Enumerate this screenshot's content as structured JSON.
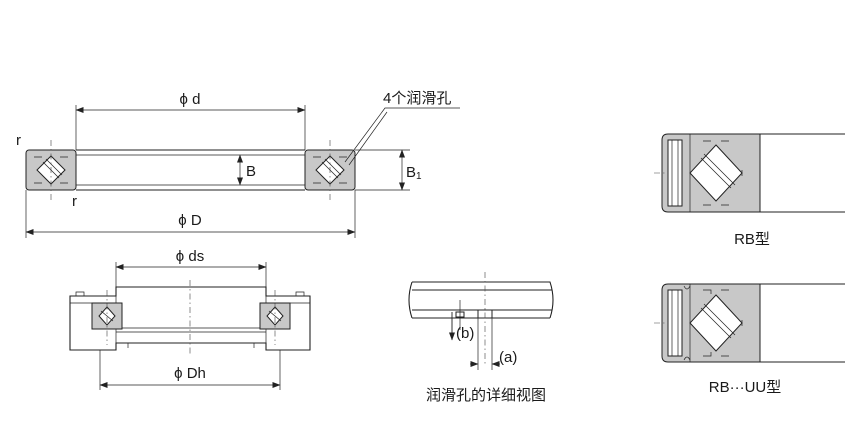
{
  "labels": {
    "phi_d": "ϕ d",
    "phi_D": "ϕ D",
    "phi_ds": "ϕ ds",
    "phi_Dh": "ϕ Dh",
    "B": "B",
    "B1": "B",
    "B1_sub": "1",
    "r_top": "r",
    "r_bottom": "r",
    "lube_holes": "4个润滑孔",
    "detail_b": "(b)",
    "detail_a": "(a)",
    "detail_caption": "润滑孔的详细视图",
    "rb_type": "RB型",
    "rbuu_type": "RB···UU型"
  },
  "colors": {
    "section_fill": "#c8c8c8",
    "line": "#222222"
  }
}
